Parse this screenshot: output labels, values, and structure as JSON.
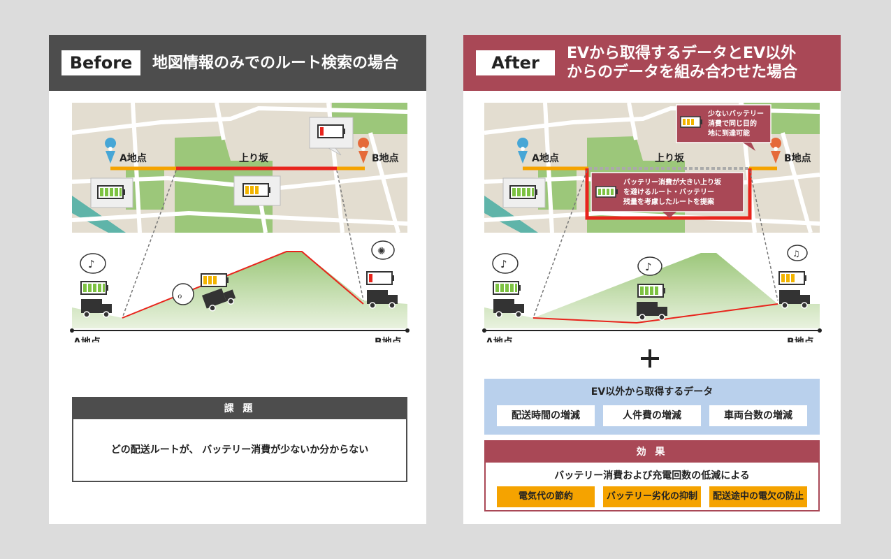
{
  "before": {
    "tag": "Before",
    "title": "地図情報のみでのルート検索の場合",
    "map": {
      "point_a": "A地点",
      "point_b": "B地点",
      "uphill": "上り坂"
    },
    "profile": {
      "point_a": "A地点",
      "point_b": "B地点"
    },
    "issue": {
      "title": "課 題",
      "body": "どの配送ルートが、 バッテリー消費が少ないか分からない"
    }
  },
  "after": {
    "tag": "After",
    "title_line1": "EVから取得するデータとEV以外",
    "title_line2": "からのデータを組み合わせた場合",
    "map": {
      "point_a": "A地点",
      "point_b": "B地点",
      "uphill": "上り坂",
      "callout_top": [
        "少ないバッテリー",
        "消費で同じ目的",
        "地に到達可能"
      ],
      "callout_route": [
        "バッテリー消費が大きい上り坂",
        "を避けるルート・バッテリー",
        "残量を考慮したルートを提案"
      ]
    },
    "profile": {
      "point_a": "A地点",
      "point_b": "B地点"
    },
    "extra": {
      "title": "EV以外から取得するデータ",
      "items": [
        "配送時間の増減",
        "人件費の増減",
        "車両台数の増減"
      ]
    },
    "effect": {
      "title": "効 果",
      "subtitle": "バッテリー消費および充電回数の低減による",
      "items": [
        "電気代の節約",
        "バッテリー劣化の抑制",
        "配送途中の電欠の防止"
      ]
    }
  },
  "colors": {
    "before_header": "#4d4d4d",
    "after_header": "#a94856",
    "route_red": "#e8241c",
    "route_orange": "#f5a300",
    "map_green": "#9cc77a",
    "map_base": "#e3ddd0"
  }
}
